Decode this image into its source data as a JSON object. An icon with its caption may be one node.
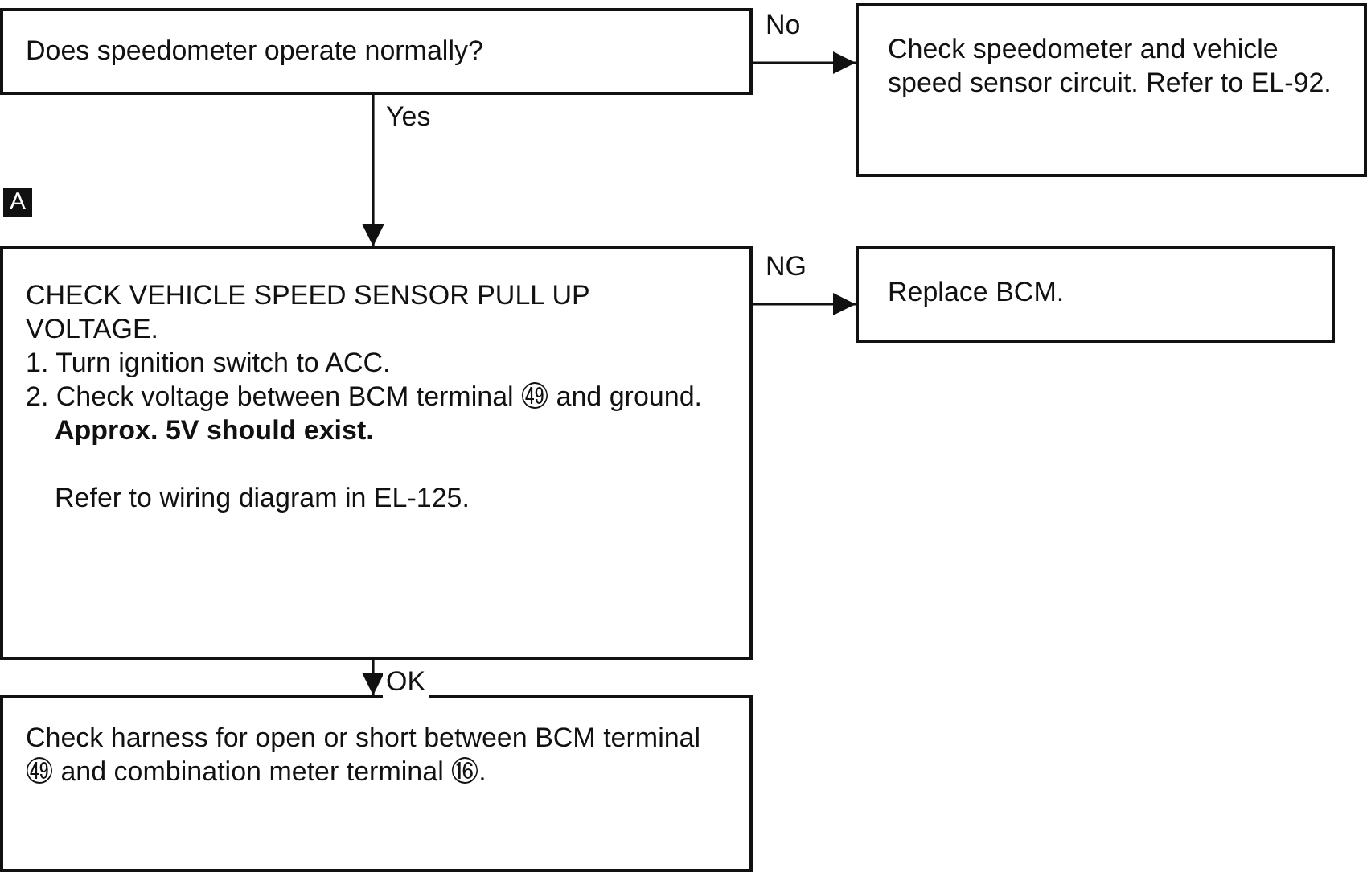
{
  "diagram": {
    "nodes": [
      {
        "text": [
          "Does speedometer operate normally?"
        ]
      },
      {
        "text": [
          "Check speedometer and vehicle speed sensor circuit. Refer to EL-92."
        ]
      },
      {
        "text": [
          "CHECK VEHICLE SPEED SENSOR PULL UP VOLTAGE.",
          "1. Turn ignition switch to ACC.",
          "2. Check voltage between BCM terminal ㊾ and ground.",
          "Approx. 5V should exist.",
          "Refer to wiring diagram in EL-125."
        ]
      },
      {
        "text": [
          "Replace BCM."
        ]
      },
      {
        "text": [
          "Check harness for open or short between BCM terminal ㊾ and combination meter terminal ⑯."
        ]
      }
    ],
    "edges": [
      {
        "from": 0,
        "to": 1,
        "arrow": "to",
        "label": "No"
      },
      {
        "from": 0,
        "to": 2,
        "arrow": "to",
        "label": "Yes"
      },
      {
        "from": 2,
        "to": 3,
        "arrow": "to",
        "label": "NG"
      },
      {
        "from": 2,
        "to": 4,
        "arrow": "to",
        "label": "OK"
      }
    ],
    "labels": [
      "A"
    ]
  }
}
